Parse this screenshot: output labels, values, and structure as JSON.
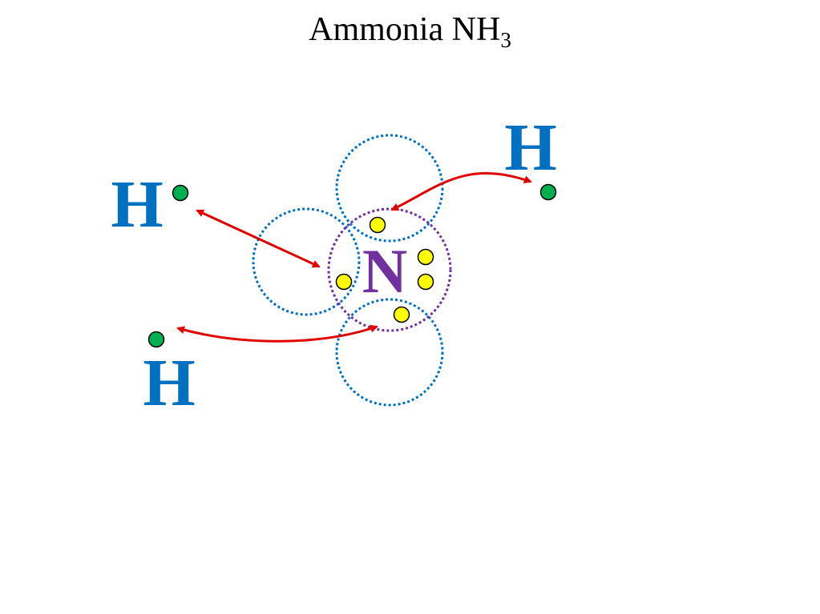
{
  "title": {
    "text": "Ammonia NH",
    "subscript": "3"
  },
  "atoms": {
    "nitrogen": {
      "label": "N",
      "color": "#7030a0"
    },
    "hydrogen_left": {
      "label": "H",
      "color": "#0070c0"
    },
    "hydrogen_right": {
      "label": "H",
      "color": "#0070c0"
    },
    "hydrogen_bottom": {
      "label": "H",
      "color": "#0070c0"
    }
  },
  "colors": {
    "hydrogen_orbit": "#0070c0",
    "nitrogen_orbit": "#7030a0",
    "nitrogen_electron": "#ffff00",
    "hydrogen_electron": "#00b050",
    "electron_outline": "#000000",
    "arrow": "#e00000"
  },
  "counts": {
    "nitrogen_valence_electrons": 5,
    "hydrogen_electrons": 3,
    "bonds": 3
  }
}
